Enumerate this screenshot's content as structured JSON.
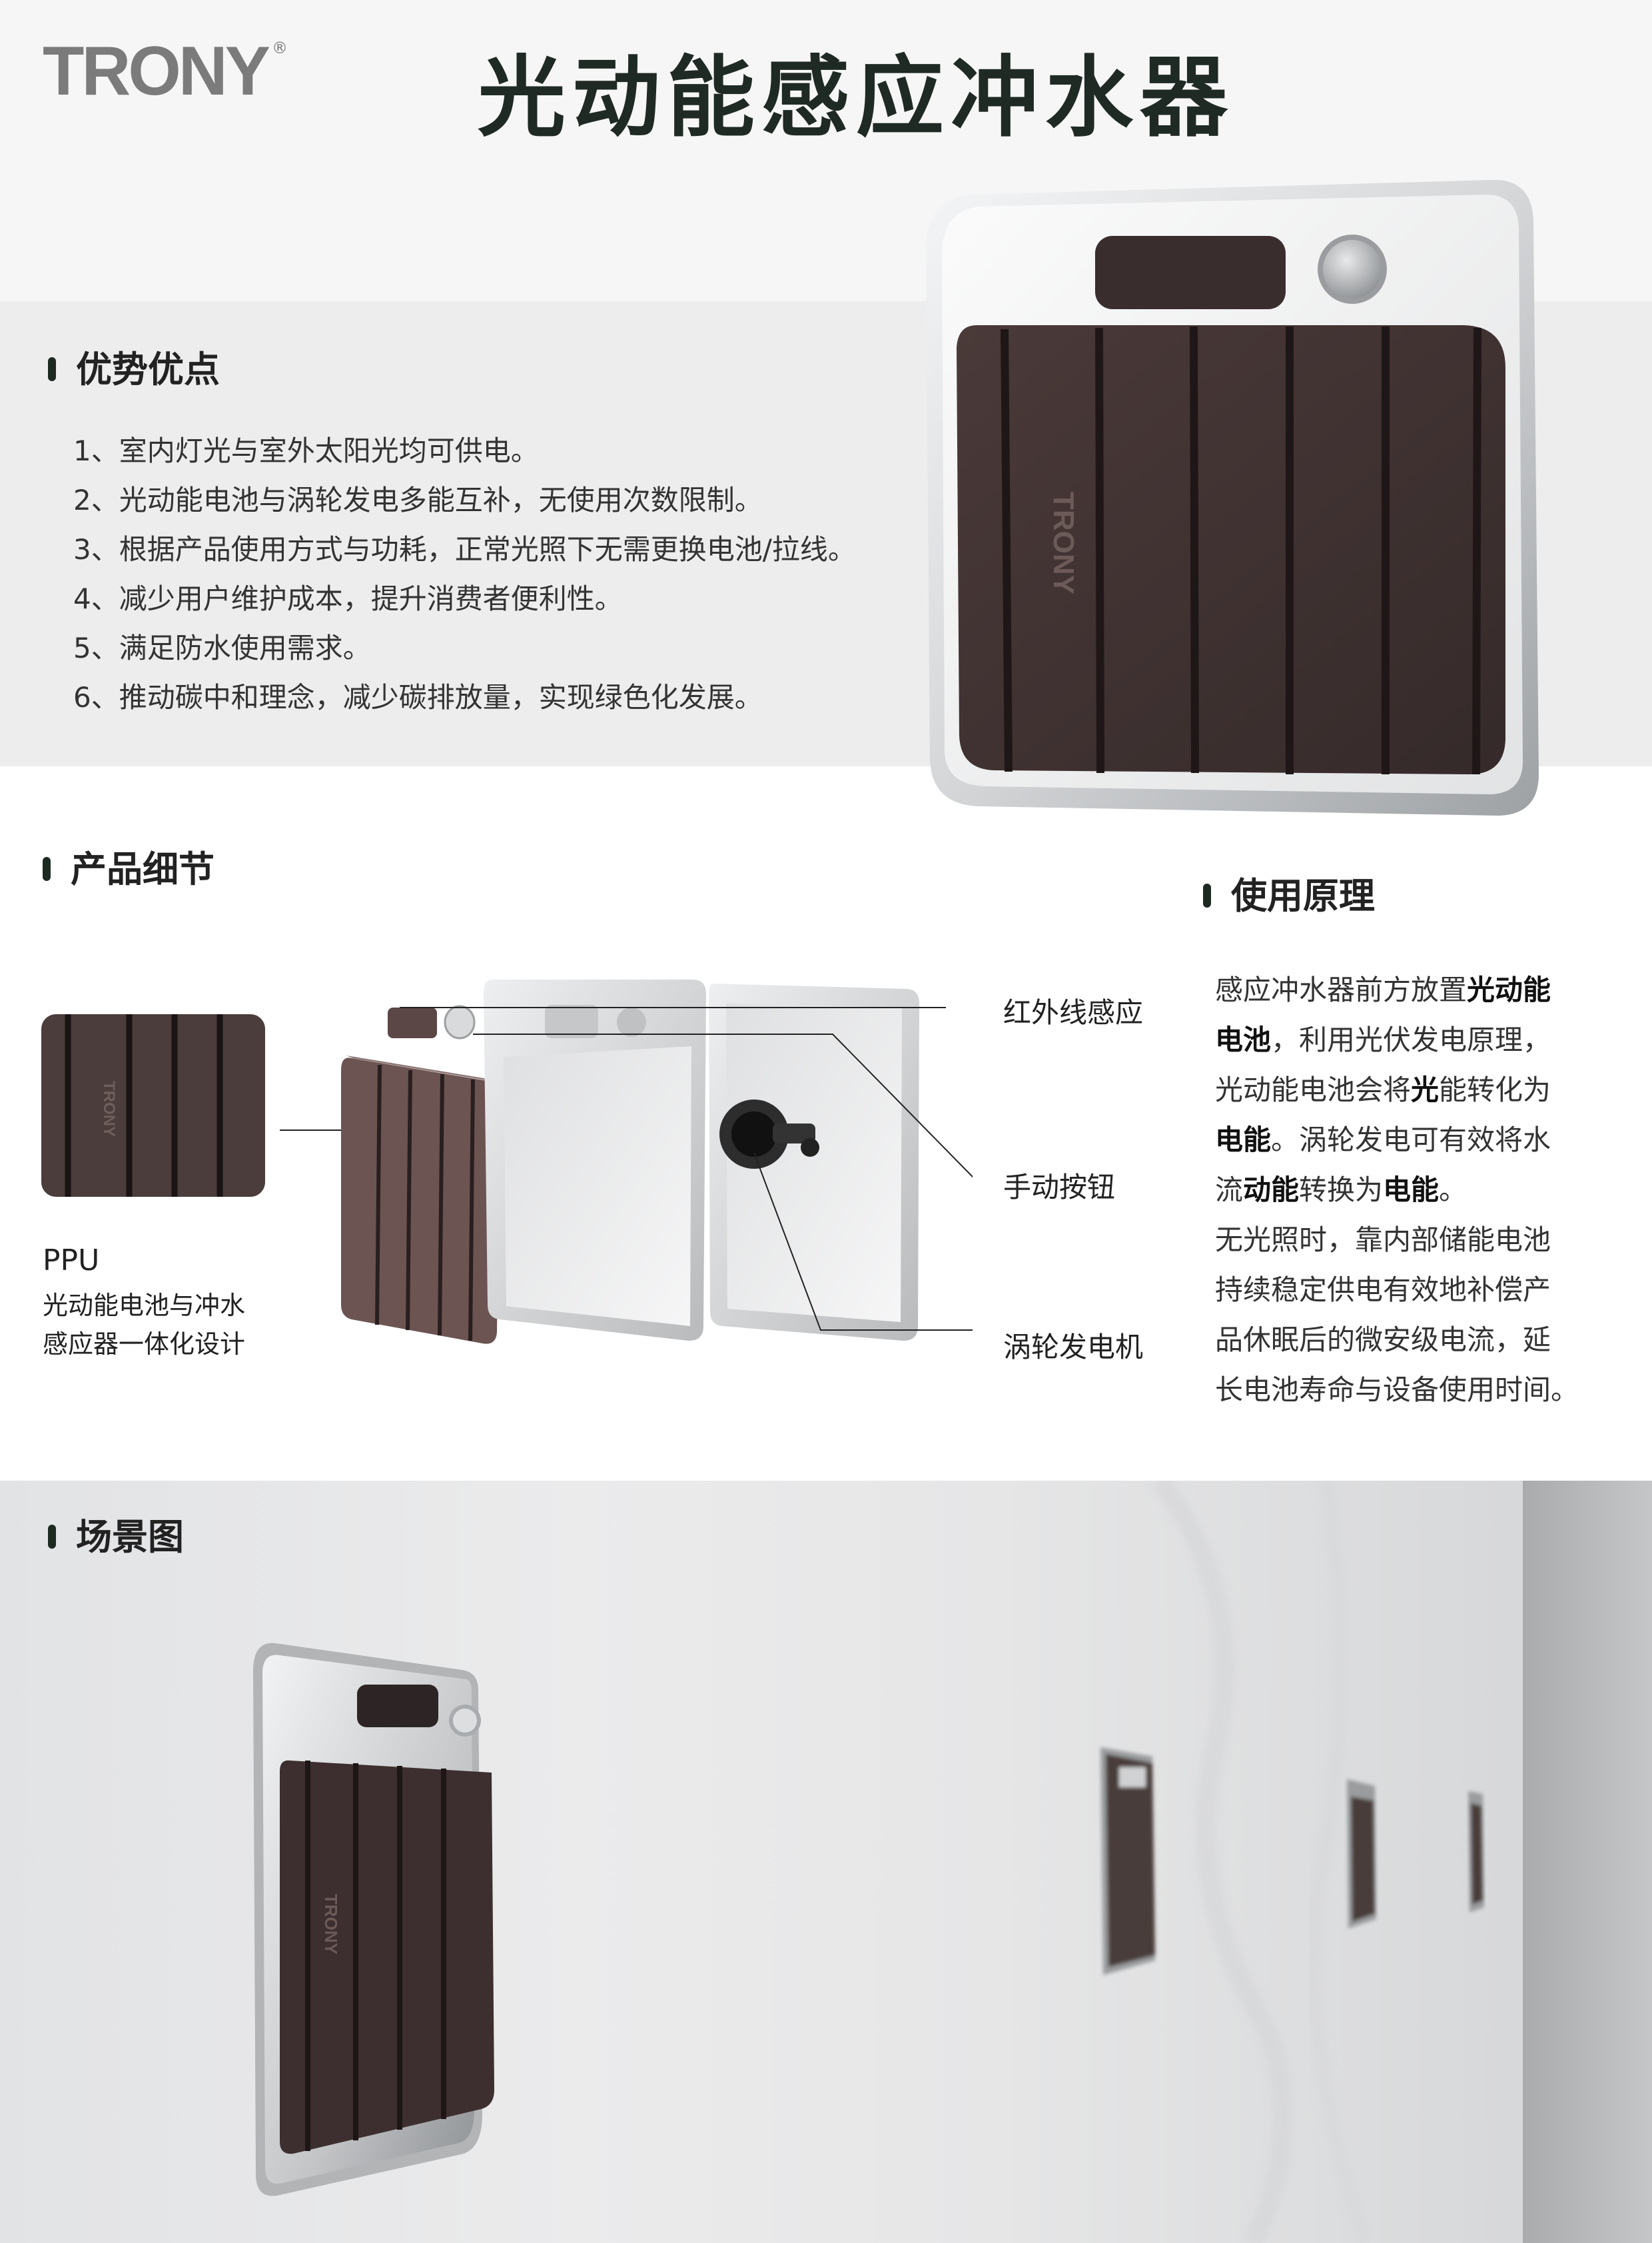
{
  "brand": {
    "logo_text": "TRONY",
    "registered_mark": "®"
  },
  "title": "光动能感应冲水器",
  "advantages": {
    "heading": "优势优点",
    "items": [
      "1、室内灯光与室外太阳光均可供电。",
      "2、光动能电池与涡轮发电多能互补，无使用次数限制。",
      "3、根据产品使用方式与功耗，正常光照下无需更换电池/拉线。",
      "4、减少用户维护成本，提升消费者便利性。",
      "5、满足防水使用需求。",
      "6、推动碳中和理念，减少碳排放量，实现绿色化发展。"
    ]
  },
  "details": {
    "heading": "产品细节",
    "ppu_title": "PPU",
    "ppu_desc_line1": "光动能电池与冲水",
    "ppu_desc_line2": "感应器一体化设计",
    "callouts": {
      "infrared": "红外线感应",
      "manual_button": "手动按钮",
      "turbine": "涡轮发电机"
    }
  },
  "principle": {
    "heading": "使用原理",
    "lines": [
      [
        {
          "t": "感应冲水器前方放置"
        },
        {
          "t": "光动能",
          "b": true
        }
      ],
      [
        {
          "t": "电池",
          "b": true
        },
        {
          "t": "，利用光伏发电原理，"
        }
      ],
      [
        {
          "t": "光动能电池会将"
        },
        {
          "t": "光",
          "b": true
        },
        {
          "t": "能转化为"
        }
      ],
      [
        {
          "t": "电能",
          "b": true
        },
        {
          "t": "。涡轮发电可有效将水"
        }
      ],
      [
        {
          "t": "流"
        },
        {
          "t": "动能",
          "b": true
        },
        {
          "t": "转换为"
        },
        {
          "t": "电能",
          "b": true
        },
        {
          "t": "。"
        }
      ],
      [
        {
          "t": "无光照时，靠内部储能电池"
        }
      ],
      [
        {
          "t": "持续稳定供电有效地补偿产"
        }
      ],
      [
        {
          "t": "品休眠后的微安级电流，延"
        }
      ],
      [
        {
          "t": "长电池寿命与设备使用时间。"
        }
      ]
    ]
  },
  "scene": {
    "heading": "场景图",
    "device_logo": "TRONY"
  },
  "colors": {
    "heading_accent": "#1d2a22",
    "panel": "#3d2f2f",
    "frame": "#c9cbcd"
  }
}
